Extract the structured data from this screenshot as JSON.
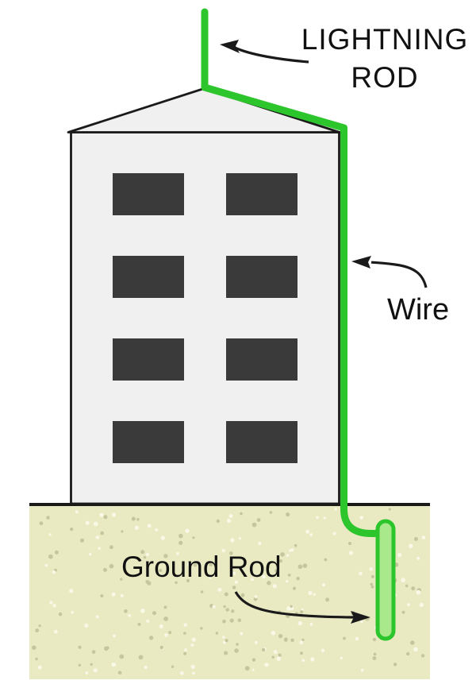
{
  "labels": {
    "lightning_rod_line1": "LIGHTNING",
    "lightning_rod_line2": "ROD",
    "wire": "Wire",
    "ground_rod": "Ground Rod"
  },
  "colors": {
    "conductor_green": "#2cc52c",
    "ground_rod_fill": "#a9e98c",
    "soil": "#e9e9c2",
    "soil_dot_light": "#f8f8e6",
    "soil_dot_dark": "#c6c69e",
    "building_fill": "#f0f0f0",
    "window_fill": "#3a3a3a",
    "outline": "#1a1a1a",
    "label_text": "#111111",
    "background": "#ffffff"
  },
  "building": {
    "window_rows": 4,
    "window_cols": 2
  }
}
